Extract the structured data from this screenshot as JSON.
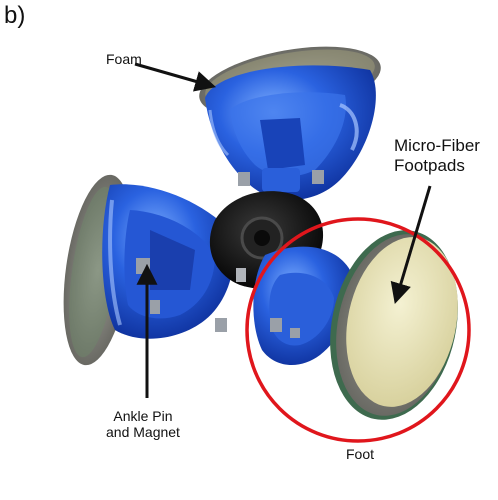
{
  "panel_label": "b)",
  "labels": {
    "foam": "Foam",
    "microfiber_line1": "Micro-Fiber",
    "microfiber_line2": "Footpads",
    "ankle_line1": "Ankle Pin",
    "ankle_line2": "and Magnet",
    "foot": "Foot"
  },
  "colors": {
    "background": "#ffffff",
    "robot_blue": "#1f4fd0",
    "robot_blue_light": "#6fa0f2",
    "hub_black": "#141414",
    "foam_gray": "#8a8a86",
    "footpad_cream": "#e9e4b8",
    "highlight_circle": "#e0161c",
    "annotation_text": "#111111"
  }
}
